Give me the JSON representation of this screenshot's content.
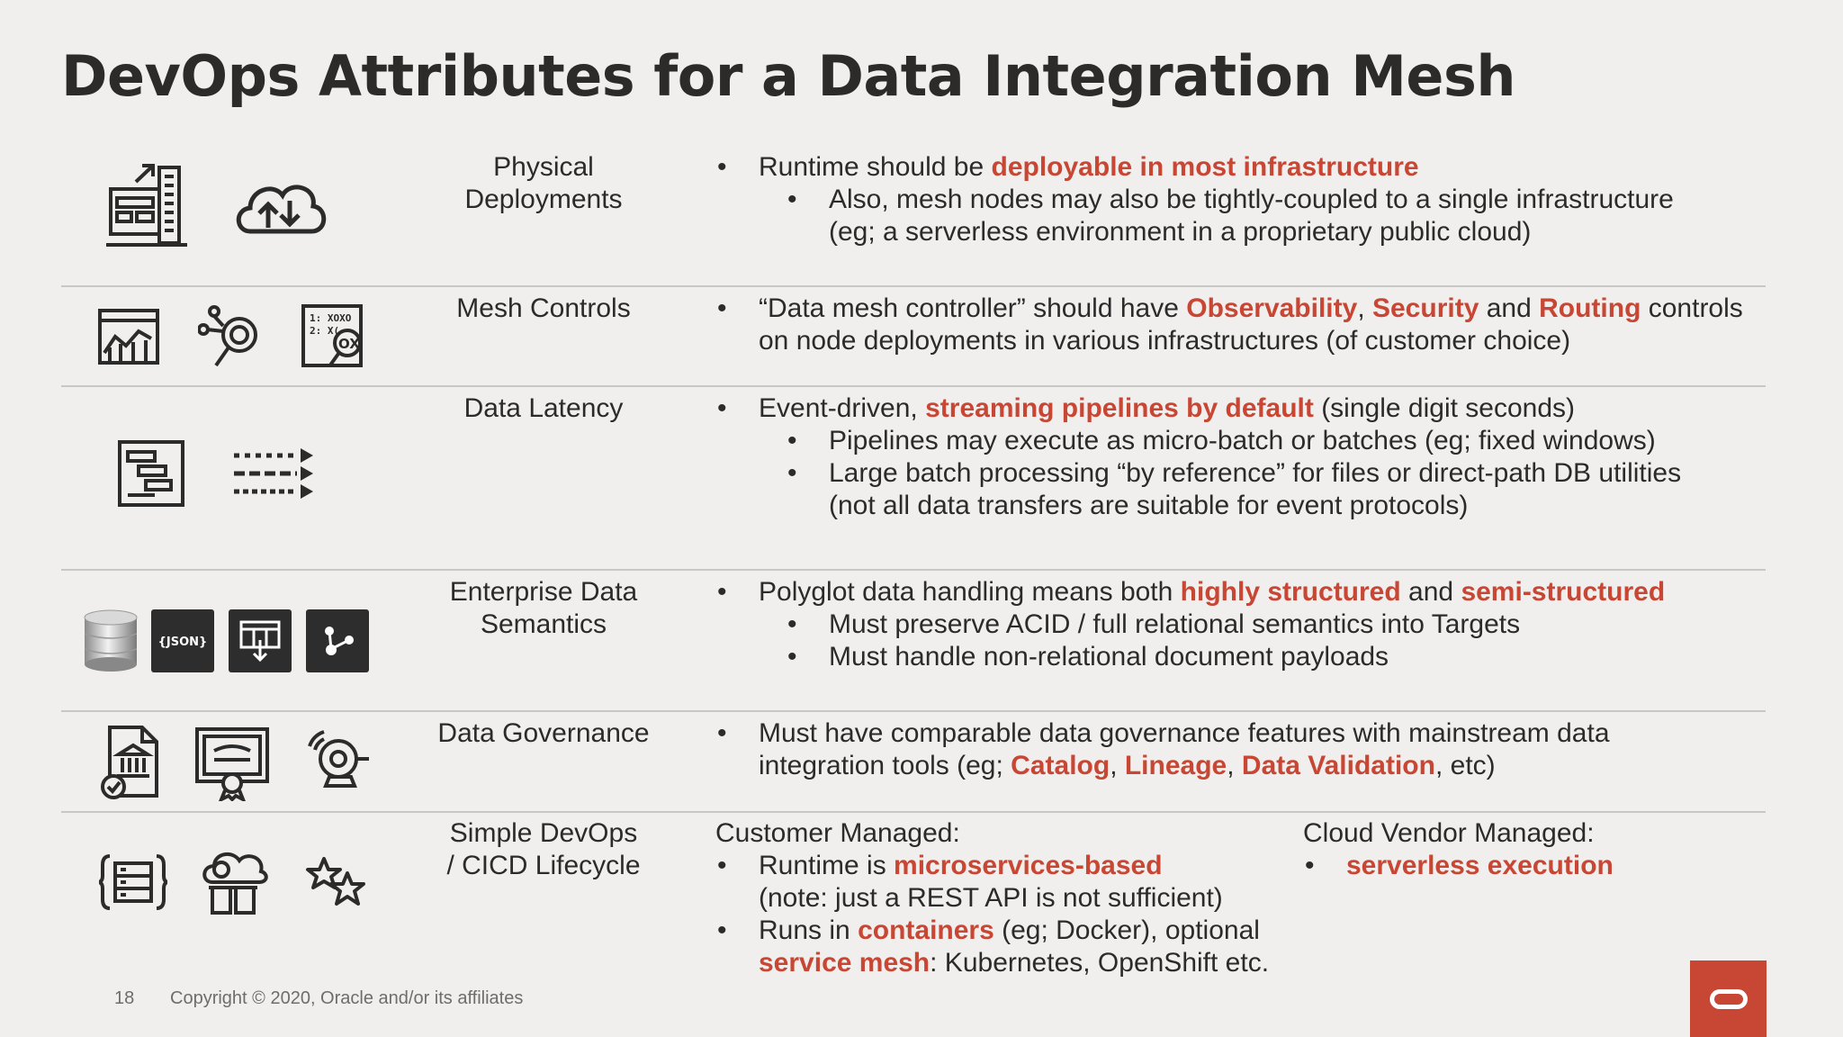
{
  "title": "DevOps Attributes for a Data Integration Mesh",
  "rows": [
    {
      "category_lines": [
        "Physical",
        "Deployments"
      ],
      "bullet": {
        "parts": [
          "Runtime should be ",
          "deployable in most infrastructure"
        ]
      },
      "sub_bullets": [
        {
          "lines": [
            "Also, mesh nodes may also be tightly-coupled to a single infrastructure",
            "(eg; a serverless environment in a proprietary public cloud)"
          ]
        }
      ]
    },
    {
      "category_lines": [
        "Mesh Controls"
      ],
      "bullet": {
        "parts": [
          "“Data mesh controller” should have ",
          "Observability",
          ", ",
          "Security",
          " and ",
          "Routing",
          " controls"
        ],
        "line2": "on node deployments in various infrastructures (of customer choice)"
      }
    },
    {
      "category_lines": [
        "Data Latency"
      ],
      "bullet": {
        "parts": [
          "Event-driven, ",
          "streaming pipelines by default",
          " (single digit seconds)"
        ]
      },
      "sub_bullets": [
        {
          "lines": [
            "Pipelines may execute as micro-batch or batches (eg; fixed windows)"
          ]
        },
        {
          "lines": [
            "Large batch processing “by reference” for files or direct-path DB utilities",
            "(not all data transfers are suitable for event protocols)"
          ]
        }
      ]
    },
    {
      "category_lines": [
        "Enterprise Data",
        "Semantics"
      ],
      "bullet": {
        "parts": [
          "Polyglot data handling means both ",
          "highly structured",
          " and ",
          "semi-structured"
        ]
      },
      "sub_bullets": [
        {
          "lines": [
            "Must preserve ACID / full relational semantics into Targets"
          ]
        },
        {
          "lines": [
            "Must handle non-relational document payloads"
          ]
        }
      ],
      "json_icon_label": "{JSON}"
    },
    {
      "category_lines": [
        "Data Governance"
      ],
      "bullet": {
        "line1": "Must have comparable data governance features with mainstream data",
        "parts": [
          "integration tools (eg; ",
          "Catalog",
          ", ",
          "Lineage",
          ", ",
          "Data Validation",
          ", etc)"
        ]
      }
    },
    {
      "category_lines": [
        "Simple DevOps",
        "/ CICD Lifecycle"
      ],
      "customer_heading": "Customer Managed:",
      "customer_b1": {
        "parts": [
          "Runtime is ",
          "microservices-based"
        ],
        "line2": "(note: just a REST API is not sufficient)"
      },
      "customer_b2": {
        "parts": [
          "Runs in ",
          "containers",
          " (eg; Docker), optional"
        ],
        "line2_parts": [
          "service mesh",
          ": Kubernetes, OpenShift etc."
        ]
      },
      "vendor_heading": "Cloud Vendor Managed:",
      "vendor_b1": "serverless execution"
    }
  ],
  "mesh_icon_text": {
    "line1": "1: XOXO",
    "line2": "2: X(",
    "ring": "OX"
  },
  "footer": {
    "page_number": "18",
    "copyright": "Copyright © 2020, Oracle and/or its affiliates"
  },
  "colors": {
    "background": "#f1efed",
    "accent": "#c74634",
    "text": "#2b2b2b",
    "divider": "#c9c7c4"
  },
  "icons": {
    "row1": [
      "building-growth-icon",
      "cloud-upload-download-icon"
    ],
    "row2": [
      "dashboard-chart-icon",
      "network-search-icon",
      "code-search-icon"
    ],
    "row3": [
      "gantt-chart-icon",
      "streaming-arrows-icon"
    ],
    "row4": [
      "database-icon",
      "json-icon",
      "table-import-icon",
      "graph-nodes-icon"
    ],
    "row5": [
      "document-bank-check-icon",
      "certificate-icon",
      "alarm-bell-icon"
    ],
    "row6": [
      "code-braces-server-icon",
      "cloud-api-blocks-icon",
      "stars-icon"
    ]
  },
  "logo": "oracle-logo"
}
